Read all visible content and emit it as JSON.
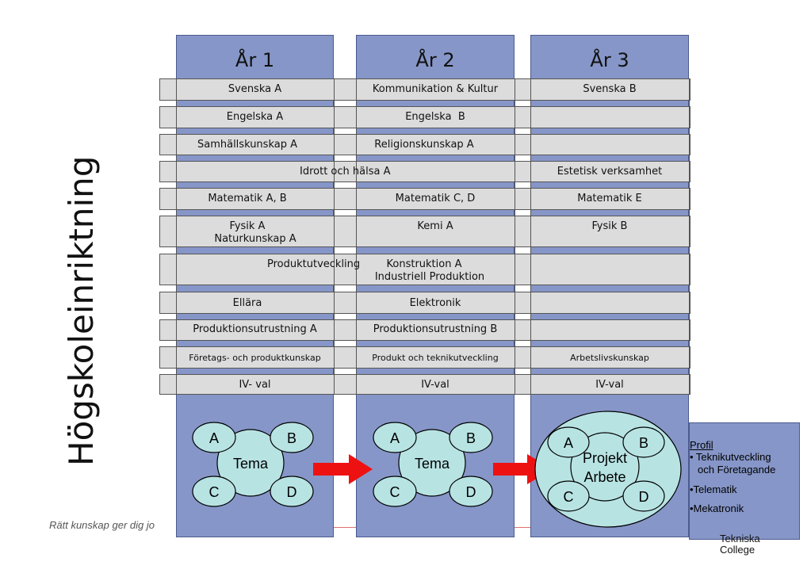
{
  "side_title": "Högskoleinriktning",
  "years": [
    {
      "label": "År 1"
    },
    {
      "label": "År 2"
    },
    {
      "label": "År 3"
    }
  ],
  "rows": [
    {
      "c1": "Svenska A",
      "c2": "Kommunikation & Kultur",
      "c3": "Svenska B"
    },
    {
      "c1": "Engelska A",
      "c2": "Engelska  B",
      "c3": ""
    },
    {
      "c1": "Samhällskunskap A",
      "c2": "Religionskunskap A",
      "c3": ""
    },
    {
      "span": "Idrott och hälsa A",
      "c3": "Estetisk verksamhet"
    },
    {
      "c1": "Matematik A, B",
      "c2": "Matematik C, D",
      "c3": "Matematik E"
    },
    {
      "c1a": "Fysik A",
      "c1b": "Naturkunskap A",
      "c2": "Kemi A",
      "c3": "Fysik B"
    },
    {
      "span": "Produktutveckling",
      "c2a": "Konstruktion A",
      "c2b": "Industriell Produktion",
      "c3": ""
    },
    {
      "c1": "Ellära",
      "c2": "Elektronik",
      "c3": ""
    },
    {
      "c1": "Produktionsutrustning A",
      "c2": "Produktionsutrustning B",
      "c3": ""
    },
    {
      "c1": "Företags- och produktkunskap",
      "c2": "Produkt och teknikutveckling",
      "c3": "Arbetslivskunskap"
    },
    {
      "c1": "IV- val",
      "c2": "IV-val",
      "c3": "IV-val"
    }
  ],
  "diagrams": {
    "y1": {
      "center": "Tema",
      "a": "A",
      "b": "B",
      "c": "C",
      "d": "D"
    },
    "y2": {
      "center": "Tema",
      "a": "A",
      "b": "B",
      "c": "C",
      "d": "D"
    },
    "y3": {
      "center_1": "Projekt",
      "center_2": "Arbete",
      "a": "A",
      "b": "B",
      "c": "C",
      "d": "D"
    }
  },
  "profil": {
    "title": "Profil",
    "item1_line1": "• Teknikutveckling",
    "item1_line2": "och Företagande",
    "item2": "•Telematik",
    "item3": "•Mekatronik"
  },
  "footer": {
    "tagline": "Rätt kunskap ger dig jo",
    "logo_line1": "Tekniska",
    "logo_line2": "College"
  },
  "colors": {
    "column": "#8696c8",
    "band": "#dcdcdc",
    "bubble": "#b8e3e3",
    "arrow": "#ee1111"
  }
}
